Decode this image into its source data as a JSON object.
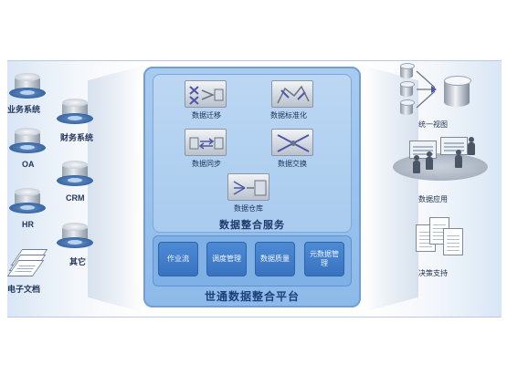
{
  "sources": [
    {
      "label": "业务系统"
    },
    {
      "label": "财务系统"
    },
    {
      "label": "OA"
    },
    {
      "label": "CRM"
    },
    {
      "label": "HR"
    },
    {
      "label": "其它"
    },
    {
      "label": "电子文档"
    }
  ],
  "services": {
    "title": "数据整合服务",
    "items": [
      {
        "label": "数据迁移"
      },
      {
        "label": "数据标准化"
      },
      {
        "label": "数据同步"
      },
      {
        "label": "数据交换"
      },
      {
        "label": "数据仓库"
      }
    ]
  },
  "modules": [
    {
      "label": "作业流"
    },
    {
      "label": "调度管理"
    },
    {
      "label": "数据质量"
    },
    {
      "label": "元数据管理"
    }
  ],
  "platform": {
    "title": "世通数据整合平台"
  },
  "outputs": [
    {
      "label": "统一视图"
    },
    {
      "label": "数据应用"
    },
    {
      "label": "决策支持"
    }
  ],
  "colors": {
    "platform": "#8dbaea",
    "module": "#3873c0",
    "title_text": "#1c3a6e"
  }
}
